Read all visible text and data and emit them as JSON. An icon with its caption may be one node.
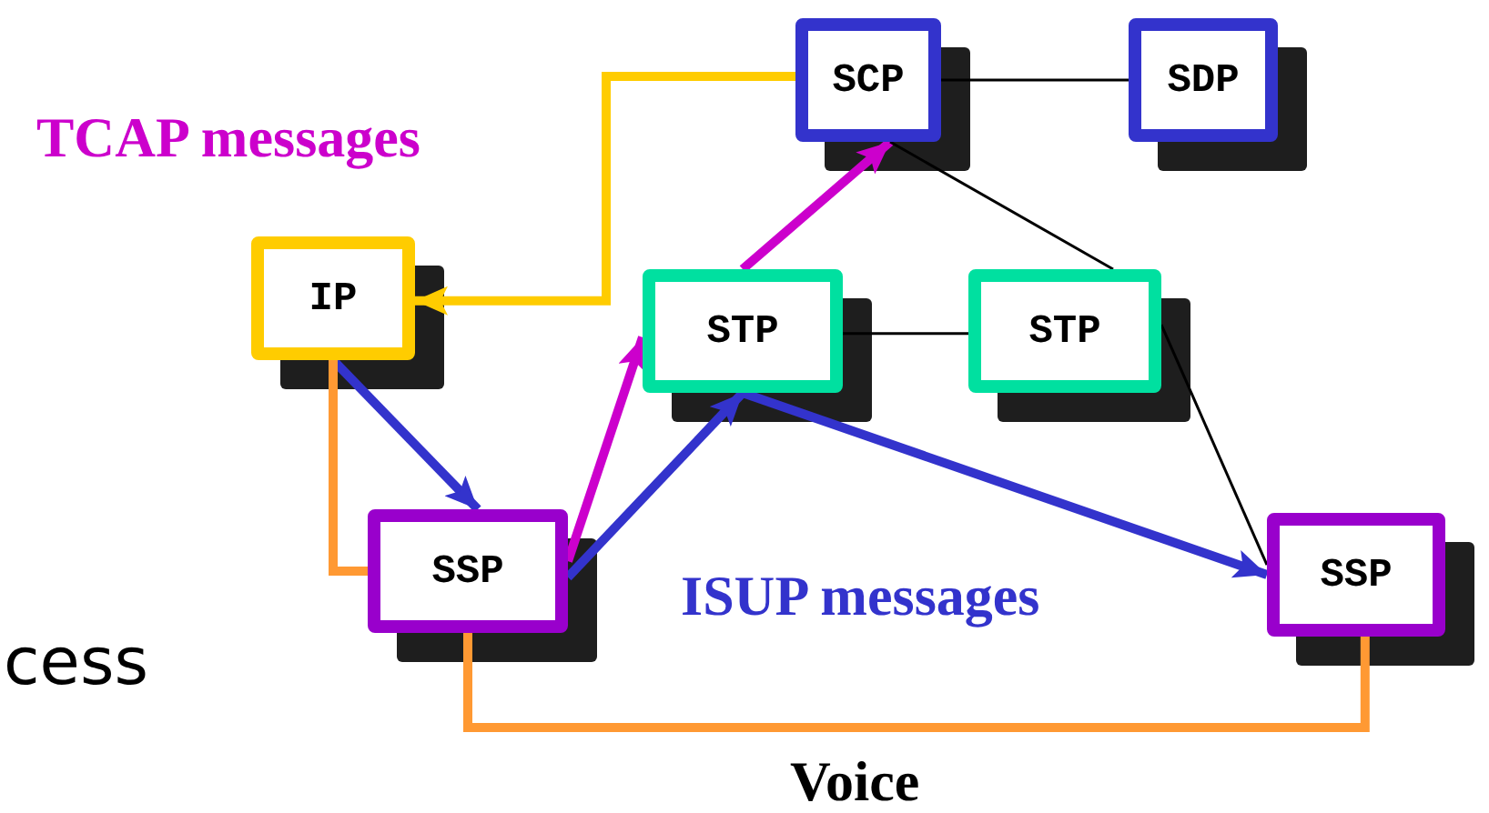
{
  "diagram": {
    "nodes": [
      {
        "text": [
          "SCP"
        ]
      },
      {
        "text": [
          "SDP"
        ]
      },
      {
        "text": [
          "IP"
        ]
      },
      {
        "text": [
          "STP"
        ]
      },
      {
        "text": [
          "STP"
        ]
      },
      {
        "text": [
          "SSP"
        ]
      },
      {
        "text": [
          "SSP"
        ]
      }
    ],
    "edges": [
      {
        "from": 0,
        "to": 1,
        "arrow": "none"
      },
      {
        "from": 0,
        "to": 2,
        "arrow": "to",
        "color": "#ffcc00"
      },
      {
        "from": 2,
        "to": 5,
        "arrow": "to",
        "color": "#3333cc"
      },
      {
        "from": 2,
        "to": 5,
        "arrow": "none",
        "color": "#ff9933"
      },
      {
        "from": 5,
        "to": 3,
        "arrow": "to",
        "color": "#cc00cc"
      },
      {
        "from": 3,
        "to": 0,
        "arrow": "to",
        "color": "#cc00cc"
      },
      {
        "from": 5,
        "to": 3,
        "arrow": "to",
        "color": "#3333cc"
      },
      {
        "from": 3,
        "to": 6,
        "arrow": "to",
        "color": "#3333cc"
      },
      {
        "from": 3,
        "to": 4,
        "arrow": "none"
      },
      {
        "from": 0,
        "to": 4,
        "arrow": "none"
      },
      {
        "from": 4,
        "to": 6,
        "arrow": "none"
      },
      {
        "from": 5,
        "to": 6,
        "arrow": "none",
        "color": "#ff9933"
      }
    ],
    "labels": [
      "TCAP messages",
      "ISUP messages",
      "Voice",
      "cess"
    ]
  }
}
